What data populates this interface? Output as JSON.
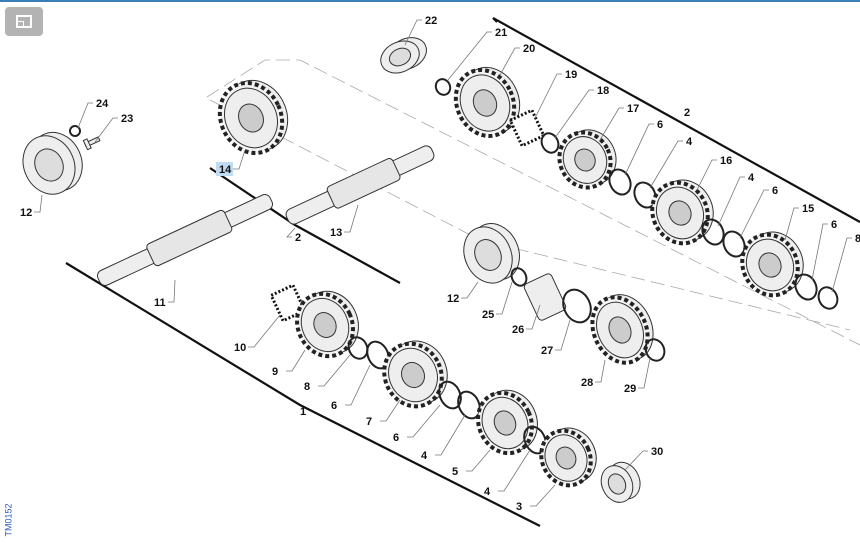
{
  "toolbar": {
    "view_button_icon": "fit-view-icon"
  },
  "drawing_code": "TM0152",
  "highlighted_label": "14",
  "callouts": [
    "22",
    "21",
    "20",
    "19",
    "18",
    "17",
    "6",
    "4",
    "16",
    "4",
    "6",
    "15",
    "6",
    "8",
    "2",
    "24",
    "23",
    "12",
    "14",
    "2",
    "13",
    "11",
    "12",
    "25",
    "26",
    "27",
    "28",
    "29",
    "10",
    "9",
    "8",
    "6",
    "7",
    "1",
    "6",
    "4",
    "5",
    "4",
    "3",
    "30"
  ],
  "colors": {
    "accent": "#3a7fb5",
    "highlight": "#bfdcf2",
    "code_text": "#2a58b8"
  }
}
